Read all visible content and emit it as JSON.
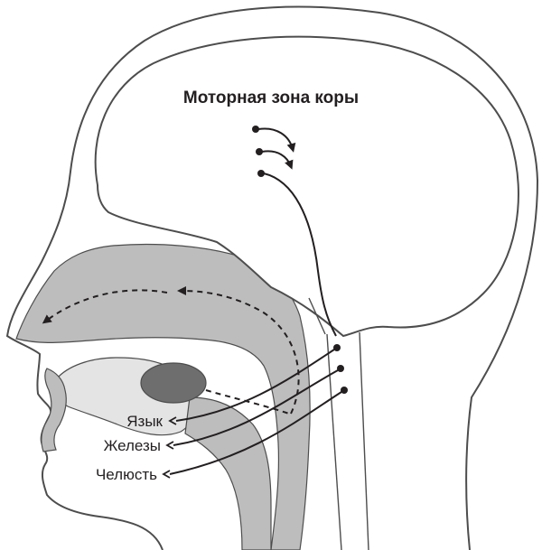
{
  "title": "Моторная зона коры",
  "labels": {
    "tongue": "Язык",
    "glands": "Железы",
    "jaw": "Челюсть"
  },
  "colors": {
    "outline": "#4d4d4d",
    "cavity": "#bdbdbd",
    "organ": "#6e6e6e",
    "nerve": "#231f20"
  }
}
